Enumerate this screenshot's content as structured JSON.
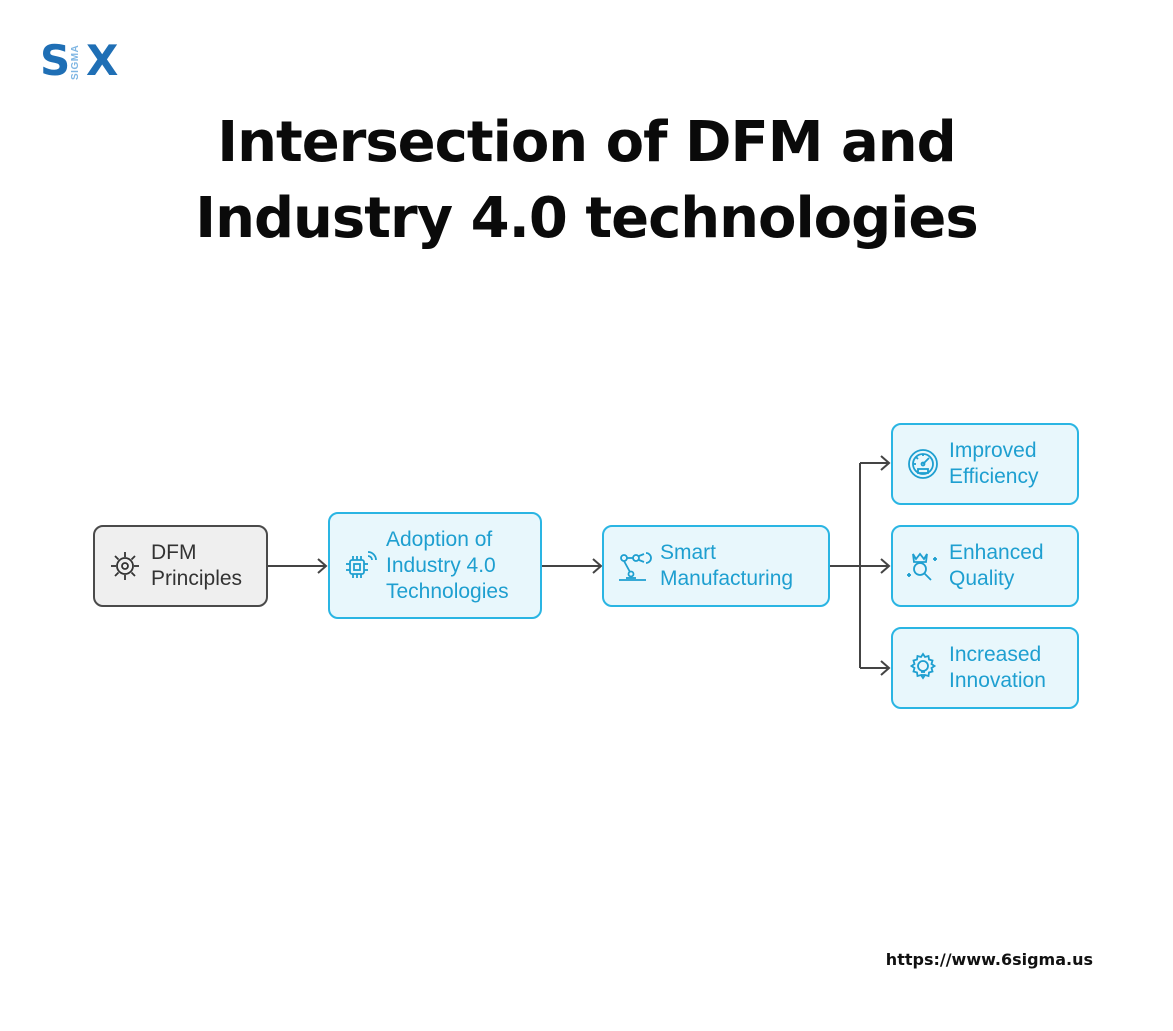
{
  "logo": {
    "s": "S",
    "sigma": "SIGMA",
    "x": "X"
  },
  "title": {
    "line1": "Intersection of DFM and",
    "line2": "Industry 4.0 technologies"
  },
  "nodes": {
    "dfm": {
      "line1": "DFM",
      "line2": "Principles",
      "icon": "gear-icon"
    },
    "adoption": {
      "line1": "Adoption of",
      "line2": "Industry 4.0",
      "line3": "Technologies",
      "icon": "chip-wireless-icon"
    },
    "smart": {
      "line1": "Smart",
      "line2": "Manufacturing",
      "icon": "robotic-arm-icon"
    },
    "efficiency": {
      "line1": "Improved",
      "line2": "Efficiency",
      "icon": "speedometer-icon"
    },
    "quality": {
      "line1": "Enhanced",
      "line2": "Quality",
      "icon": "crown-magnifier-icon"
    },
    "innovation": {
      "line1": "Increased",
      "line2": "Innovation",
      "icon": "gear-lightbulb-icon"
    }
  },
  "colors": {
    "accent": "#2ab5e3",
    "accent_fill": "#e8f7fc",
    "gray_border": "#4a4a4a",
    "gray_fill": "#efefef",
    "brand": "#1f6fb5"
  },
  "footer": {
    "url": "https://www.6sigma.us"
  }
}
